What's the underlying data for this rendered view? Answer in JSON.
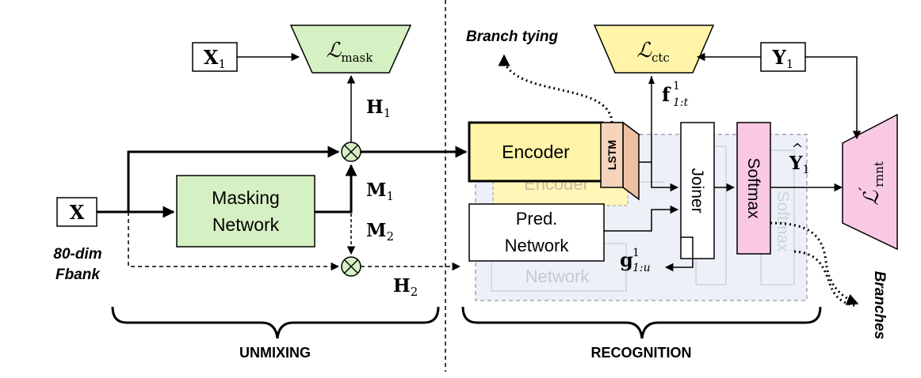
{
  "inputs": {
    "x": "X",
    "x1": "X",
    "x1_sub": "1",
    "fbank_line1": "80-dim",
    "fbank_line2": "Fbank",
    "y1": "Y",
    "y1_sub": "1"
  },
  "losses": {
    "mask_script": "ℒ",
    "mask_sub": "mask",
    "ctc_script": "ℒ",
    "ctc_sub": "ctc",
    "rnnt_script": "ℒ",
    "rnnt_prime": "′",
    "rnnt_sub": "rnnt"
  },
  "signals": {
    "h1": "H",
    "h1_sub": "1",
    "h2": "H",
    "h2_sub": "2",
    "m1": "M",
    "m1_sub": "1",
    "m2": "M",
    "m2_sub": "2",
    "f": "f",
    "f_sup": "1",
    "f_sub": "1:t",
    "g": "g",
    "g_sup": "1",
    "g_sub": "1:u",
    "yhat": "Y",
    "yhat_hat": "^",
    "yhat_sub": "1"
  },
  "blocks": {
    "masking_line1": "Masking",
    "masking_line2": "Network",
    "encoder": "Encoder",
    "encoder_ghost": "Encoder",
    "lstm": "LSTM",
    "pred_line1": "Pred.",
    "pred_line2": "Network",
    "pred_ghost": "Network",
    "joiner": "Joiner",
    "softmax": "Softmax",
    "softmax_ghost": "Softmax"
  },
  "annotations": {
    "branch_tying": "Branch tying",
    "branches": "Branches"
  },
  "sections": {
    "unmixing": "UNMIXING",
    "recognition": "RECOGNITION"
  },
  "colors": {
    "green_fill": "#d5f0c2",
    "yellow_fill": "#fff4a8",
    "pink_fill": "#f9c9e4",
    "lstm_fill": "#f6d3bb",
    "ghost_panel": "#dfe6f2",
    "stroke": "#000000"
  }
}
